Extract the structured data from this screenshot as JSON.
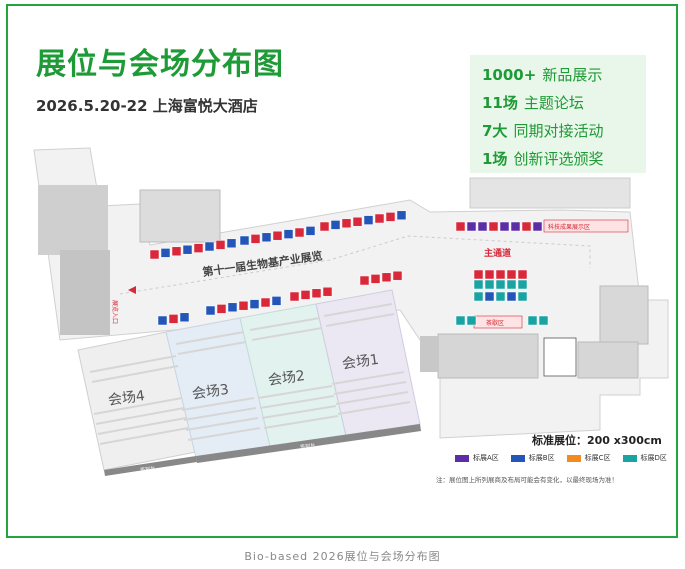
{
  "title": "展位与会场分布图",
  "subtitle": "2026.5.20-22  上海富悦大酒店",
  "stats": [
    {
      "num": "1000+",
      "text": "新品展示"
    },
    {
      "num": "11场",
      "text": "主题论坛"
    },
    {
      "num": "7大",
      "text": "同期对接活动"
    },
    {
      "num": "1场",
      "text": "创新评选颁奖"
    }
  ],
  "map": {
    "exhibition_label": "第十一届生物基产业展览",
    "main_aisle": "主通道",
    "tech_display": "科技成果展示区",
    "tea_break": "茶歇区",
    "entrance": "展览入口",
    "halls": [
      "会场4",
      "会场3",
      "会场2",
      "会场1"
    ],
    "sign_in": [
      "签到台",
      "签到台"
    ],
    "booth_colors": {
      "A": "#5b2ea8",
      "B": "#2356b8",
      "C": "#f28a1e",
      "D": "#1aa3a3",
      "red": "#d8283a"
    }
  },
  "standard_booth": "标准展位：200 x300cm",
  "legend": [
    {
      "label": "标展A区",
      "color": "#5b2ea8"
    },
    {
      "label": "标展B区",
      "color": "#2356b8"
    },
    {
      "label": "标展C区",
      "color": "#f28a1e"
    },
    {
      "label": "标展D区",
      "color": "#1aa3a3"
    }
  ],
  "note": "注：展位图上所列展商及布局可能会有变化，以最终现场为准！",
  "caption": "Bio-based 2026展位与会场分布图"
}
